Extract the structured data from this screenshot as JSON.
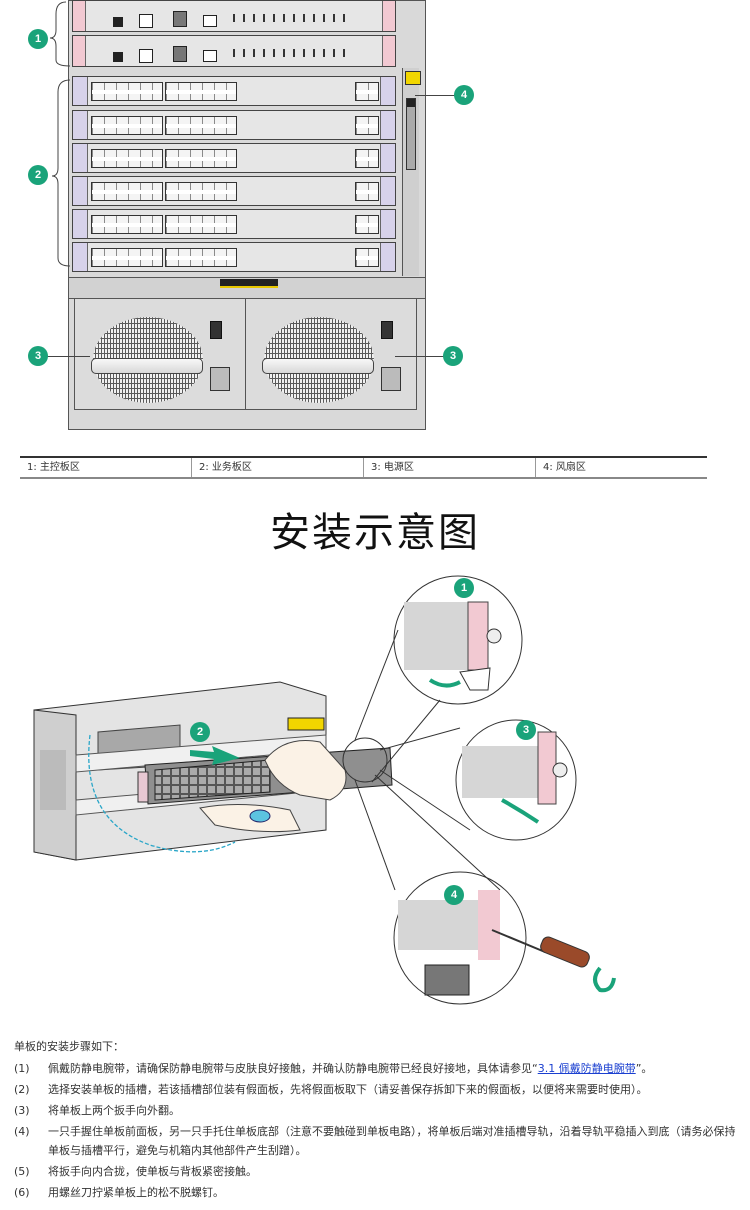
{
  "figure1": {
    "callouts": [
      {
        "id": "1",
        "target": "main-control-board-area"
      },
      {
        "id": "2",
        "target": "service-board-area"
      },
      {
        "id": "3",
        "target": "power-supply-area-left"
      },
      {
        "id": "3",
        "target": "power-supply-area-right"
      },
      {
        "id": "4",
        "target": "fan-area"
      }
    ],
    "legend": [
      "1: 主控板区",
      "2: 业务板区",
      "3: 电源区",
      "4: 风扇区"
    ],
    "accent_color": "#1aa37a"
  },
  "figure2": {
    "title": "安装示意图",
    "callouts": [
      "1",
      "2",
      "3",
      "4"
    ]
  },
  "instructions": {
    "intro": "单板的安装步骤如下：",
    "steps": [
      {
        "num": "(1)",
        "text_before": "佩戴防静电腕带，请确保防静电腕带与皮肤良好接触，并确认防静电腕带已经良好接地，具体请参见“",
        "link": "3.1  佩戴防静电腕带",
        "text_after": "”。"
      },
      {
        "num": "(2)",
        "text": "选择安装单板的插槽，若该插槽部位装有假面板，先将假面板取下（请妥善保存拆卸下来的假面板，以便将来需要时使用）。"
      },
      {
        "num": "(3)",
        "text": "将单板上两个扳手向外翻。"
      },
      {
        "num": "(4)",
        "text": "一只手握住单板前面板，另一只手托住单板底部（注意不要触碰到单板电路），将单板后端对准插槽导轨，沿着导轨平稳插入到底（请务必保持单板与插槽平行，避免与机箱内其他部件产生刮蹭）。"
      },
      {
        "num": "(5)",
        "text": "将扳手向内合拢，使单板与背板紧密接触。"
      },
      {
        "num": "(6)",
        "text": "用螺丝刀拧紧单板上的松不脱螺钉。"
      }
    ],
    "link_color": "#1a3fd0"
  }
}
